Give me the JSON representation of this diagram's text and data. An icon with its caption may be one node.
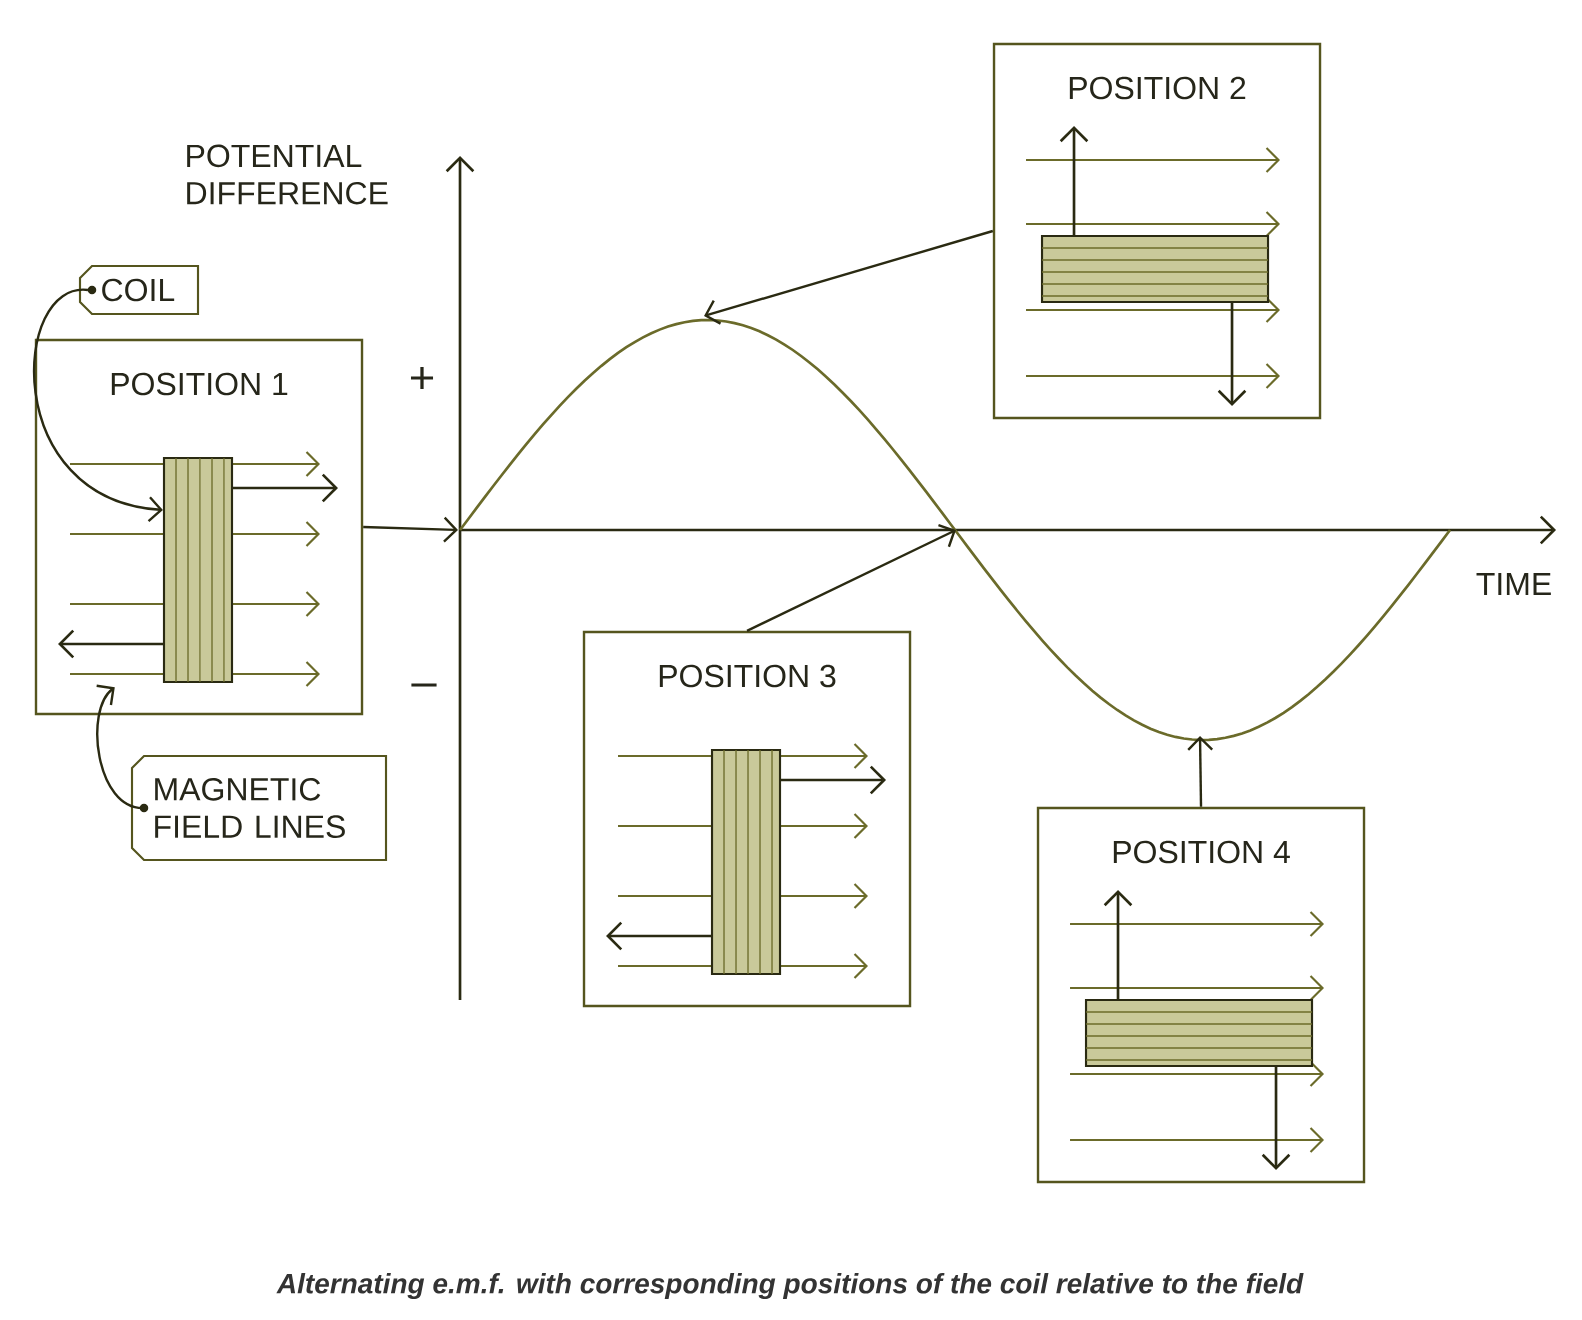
{
  "diagram": {
    "caption": "Alternating e.m.f. with corresponding positions of the coil relative to the field",
    "nodes": [
      {
        "text": [
          "COIL"
        ]
      },
      {
        "text": [
          "POSITION 1"
        ]
      },
      {
        "text": [],
        "shape": "box",
        "in": 1
      },
      {
        "text": [
          "POSITION 2"
        ]
      },
      {
        "text": [
          "POSITION 3"
        ]
      },
      {
        "text": [
          "MAGNETIC FIELD LINES"
        ]
      },
      {
        "text": [
          "POSITION 4"
        ]
      }
    ],
    "edges": [
      {
        "from": 0,
        "to": 2,
        "arrow": "to"
      },
      {
        "from": 5,
        "to": 1,
        "arrow": "to"
      },
      {
        "from": 1,
        "to": null,
        "arrow": "to"
      },
      {
        "from": 3,
        "to": null,
        "arrow": "to"
      },
      {
        "from": 4,
        "to": null,
        "arrow": "to"
      },
      {
        "from": 6,
        "to": null,
        "arrow": "to"
      }
    ],
    "labels": [
      "POTENTIAL DIFFERENCE",
      "+",
      "–",
      "TIME"
    ]
  }
}
